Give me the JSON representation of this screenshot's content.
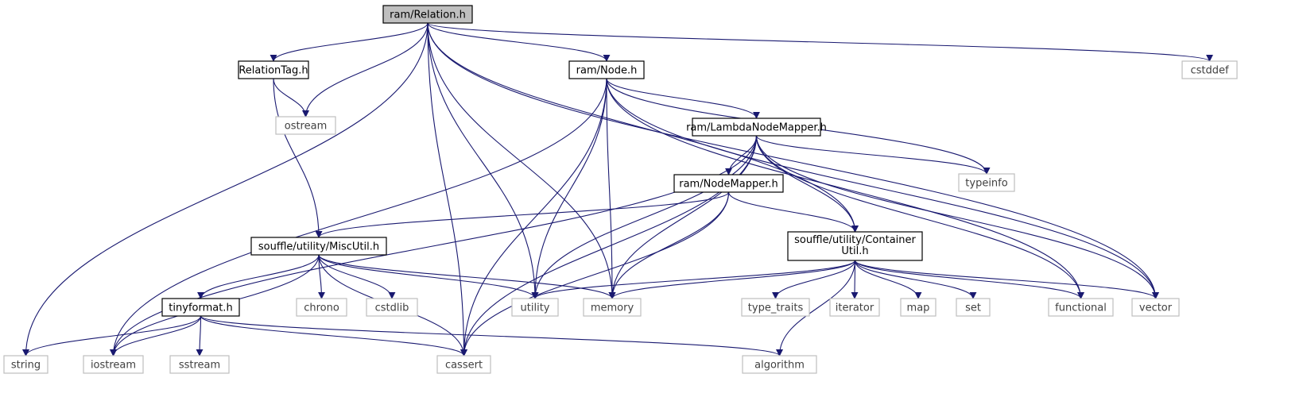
{
  "graph": {
    "colors": {
      "edge": "#191970",
      "root_fill": "#bfbfbf",
      "internal_border": "#000000",
      "external_border": "#bfbfbf",
      "external_text": "#404040",
      "text": "#000000"
    },
    "nodes": [
      {
        "id": "relation",
        "label": "ram/Relation.h",
        "kind": "root"
      },
      {
        "id": "relationtag",
        "label": "RelationTag.h",
        "kind": "internal"
      },
      {
        "id": "node",
        "label": "ram/Node.h",
        "kind": "internal"
      },
      {
        "id": "lambda",
        "label": "ram/LambdaNodeMapper.h",
        "kind": "internal"
      },
      {
        "id": "nodemapper",
        "label": "ram/NodeMapper.h",
        "kind": "internal"
      },
      {
        "id": "miscutil",
        "label": "souffle/utility/MiscUtil.h",
        "kind": "internal"
      },
      {
        "id": "container",
        "label": "souffle/utility/Container",
        "label2": "Util.h",
        "kind": "internal"
      },
      {
        "id": "tinyformat",
        "label": "tinyformat.h",
        "kind": "internal"
      },
      {
        "id": "cstddef",
        "label": "cstddef",
        "kind": "external"
      },
      {
        "id": "ostream",
        "label": "ostream",
        "kind": "external"
      },
      {
        "id": "typeinfo",
        "label": "typeinfo",
        "kind": "external"
      },
      {
        "id": "chrono",
        "label": "chrono",
        "kind": "external"
      },
      {
        "id": "cstdlib",
        "label": "cstdlib",
        "kind": "external"
      },
      {
        "id": "utility",
        "label": "utility",
        "kind": "external"
      },
      {
        "id": "memory",
        "label": "memory",
        "kind": "external"
      },
      {
        "id": "type_traits",
        "label": "type_traits",
        "kind": "external"
      },
      {
        "id": "iterator",
        "label": "iterator",
        "kind": "external"
      },
      {
        "id": "map",
        "label": "map",
        "kind": "external"
      },
      {
        "id": "set",
        "label": "set",
        "kind": "external"
      },
      {
        "id": "functional",
        "label": "functional",
        "kind": "external"
      },
      {
        "id": "vector",
        "label": "vector",
        "kind": "external"
      },
      {
        "id": "string",
        "label": "string",
        "kind": "external"
      },
      {
        "id": "iostream",
        "label": "iostream",
        "kind": "external"
      },
      {
        "id": "sstream",
        "label": "sstream",
        "kind": "external"
      },
      {
        "id": "cassert",
        "label": "cassert",
        "kind": "external"
      },
      {
        "id": "algorithm",
        "label": "algorithm",
        "kind": "external"
      }
    ],
    "edges": [
      [
        "relation",
        "relationtag"
      ],
      [
        "relation",
        "ostream"
      ],
      [
        "relation",
        "node"
      ],
      [
        "relation",
        "utility"
      ],
      [
        "relation",
        "memory"
      ],
      [
        "relation",
        "cassert"
      ],
      [
        "relation",
        "string"
      ],
      [
        "relation",
        "container"
      ],
      [
        "relation",
        "vector"
      ],
      [
        "relation",
        "cstddef"
      ],
      [
        "relationtag",
        "ostream"
      ],
      [
        "relationtag",
        "miscutil"
      ],
      [
        "node",
        "lambda"
      ],
      [
        "node",
        "iostream"
      ],
      [
        "node",
        "cassert"
      ],
      [
        "node",
        "utility"
      ],
      [
        "node",
        "memory"
      ],
      [
        "node",
        "typeinfo"
      ],
      [
        "node",
        "functional"
      ],
      [
        "node",
        "vector"
      ],
      [
        "lambda",
        "nodemapper"
      ],
      [
        "lambda",
        "typeinfo"
      ],
      [
        "lambda",
        "iostream"
      ],
      [
        "lambda",
        "utility"
      ],
      [
        "lambda",
        "memory"
      ],
      [
        "lambda",
        "cassert"
      ],
      [
        "lambda",
        "container"
      ],
      [
        "lambda",
        "functional"
      ],
      [
        "lambda",
        "vector"
      ],
      [
        "nodemapper",
        "miscutil"
      ],
      [
        "nodemapper",
        "container"
      ],
      [
        "nodemapper",
        "memory"
      ],
      [
        "nodemapper",
        "cassert"
      ],
      [
        "miscutil",
        "tinyformat"
      ],
      [
        "miscutil",
        "iostream"
      ],
      [
        "miscutil",
        "chrono"
      ],
      [
        "miscutil",
        "cstdlib"
      ],
      [
        "miscutil",
        "utility"
      ],
      [
        "miscutil",
        "memory"
      ],
      [
        "miscutil",
        "cassert"
      ],
      [
        "container",
        "utility"
      ],
      [
        "container",
        "memory"
      ],
      [
        "container",
        "type_traits"
      ],
      [
        "container",
        "iterator"
      ],
      [
        "container",
        "map"
      ],
      [
        "container",
        "set"
      ],
      [
        "container",
        "functional"
      ],
      [
        "container",
        "vector"
      ],
      [
        "container",
        "algorithm"
      ],
      [
        "tinyformat",
        "string"
      ],
      [
        "tinyformat",
        "iostream"
      ],
      [
        "tinyformat",
        "sstream"
      ],
      [
        "tinyformat",
        "cassert"
      ],
      [
        "tinyformat",
        "algorithm"
      ]
    ]
  }
}
